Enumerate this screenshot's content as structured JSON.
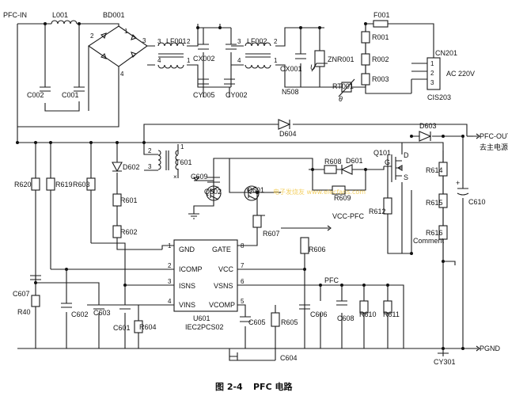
{
  "caption": {
    "figure": "图 2-4",
    "title": "PFC 电路"
  },
  "nets": {
    "pfc_in": "PFC-IN",
    "pfc_out": "PFC-OUT",
    "pfc_out_cn": "去主电源",
    "vcc_pfc": "VCC-PFC",
    "pfc": "PFC",
    "pgnd": "PGND"
  },
  "connector": {
    "ref": "CN201",
    "pins": [
      "1",
      "2",
      "3"
    ],
    "label": "AC 220V",
    "sub": "CIS203"
  },
  "ic": {
    "ref": "U601",
    "part": "IEC2PCS02",
    "left_pins": [
      {
        "name": "GND",
        "num": "1"
      },
      {
        "name": "ICOMP",
        "num": "2"
      },
      {
        "name": "ISNS",
        "num": "3"
      },
      {
        "name": "VINS",
        "num": "4"
      }
    ],
    "right_pins": [
      {
        "name": "GATE",
        "num": "8"
      },
      {
        "name": "VCC",
        "num": "7"
      },
      {
        "name": "VSNS",
        "num": "6"
      },
      {
        "name": "VCOMP",
        "num": "5"
      }
    ]
  },
  "mosfet": {
    "ref": "Q101",
    "d": "D",
    "g": "G",
    "s": "S"
  },
  "bridge": {
    "ref": "BD001",
    "pins": [
      "1",
      "2",
      "3",
      "4"
    ]
  },
  "transformer": {
    "ref": "T601",
    "pins": [
      "1",
      "2",
      "3"
    ],
    "mark": "×"
  },
  "lf001": {
    "ref": "LF001",
    "pins": [
      "3",
      "2",
      "4",
      "1"
    ]
  },
  "lf002": {
    "ref": "LF002",
    "pins": [
      "3",
      "2",
      "4",
      "1"
    ]
  },
  "refs": {
    "L001": "L001",
    "C002": "C002",
    "C001": "C001",
    "CX002": "CX002",
    "CY005": "CY005",
    "CY002": "CY002",
    "CX001": "CX001",
    "N508": "N508",
    "ZNR001": "ZNR001",
    "RT001": "RT001",
    "F001": "F001",
    "R001": "R001",
    "R002": "R002",
    "R003": "R003",
    "U": "U",
    "theta": "θ",
    "D604": "D604",
    "D603": "D603",
    "D602": "D602",
    "D601": "D601",
    "R608": "R608",
    "R609": "R609",
    "C609": "C609",
    "Q602": "Q602",
    "Q601": "Q601",
    "R620": "R620",
    "R619": "R619",
    "R603": "R603",
    "R601": "R601",
    "R602": "R602",
    "R607": "R607",
    "R606": "R606",
    "R612": "R612",
    "R614": "R614",
    "R615": "R615",
    "R616": "R616",
    "Comment": "Comment",
    "C610": "C610",
    "plus": "+",
    "C607": "C607",
    "R40": "R40",
    "C602": "C602",
    "C603": "C603",
    "C601": "C601",
    "R604": "R604",
    "C605": "C605",
    "R605": "R605",
    "C604": "C604",
    "C606": "C606",
    "C608": "C608",
    "R610": "R610",
    "R611": "R611",
    "CY301": "CY301"
  },
  "watermark": "电子发烧友 www.elecfans.com"
}
